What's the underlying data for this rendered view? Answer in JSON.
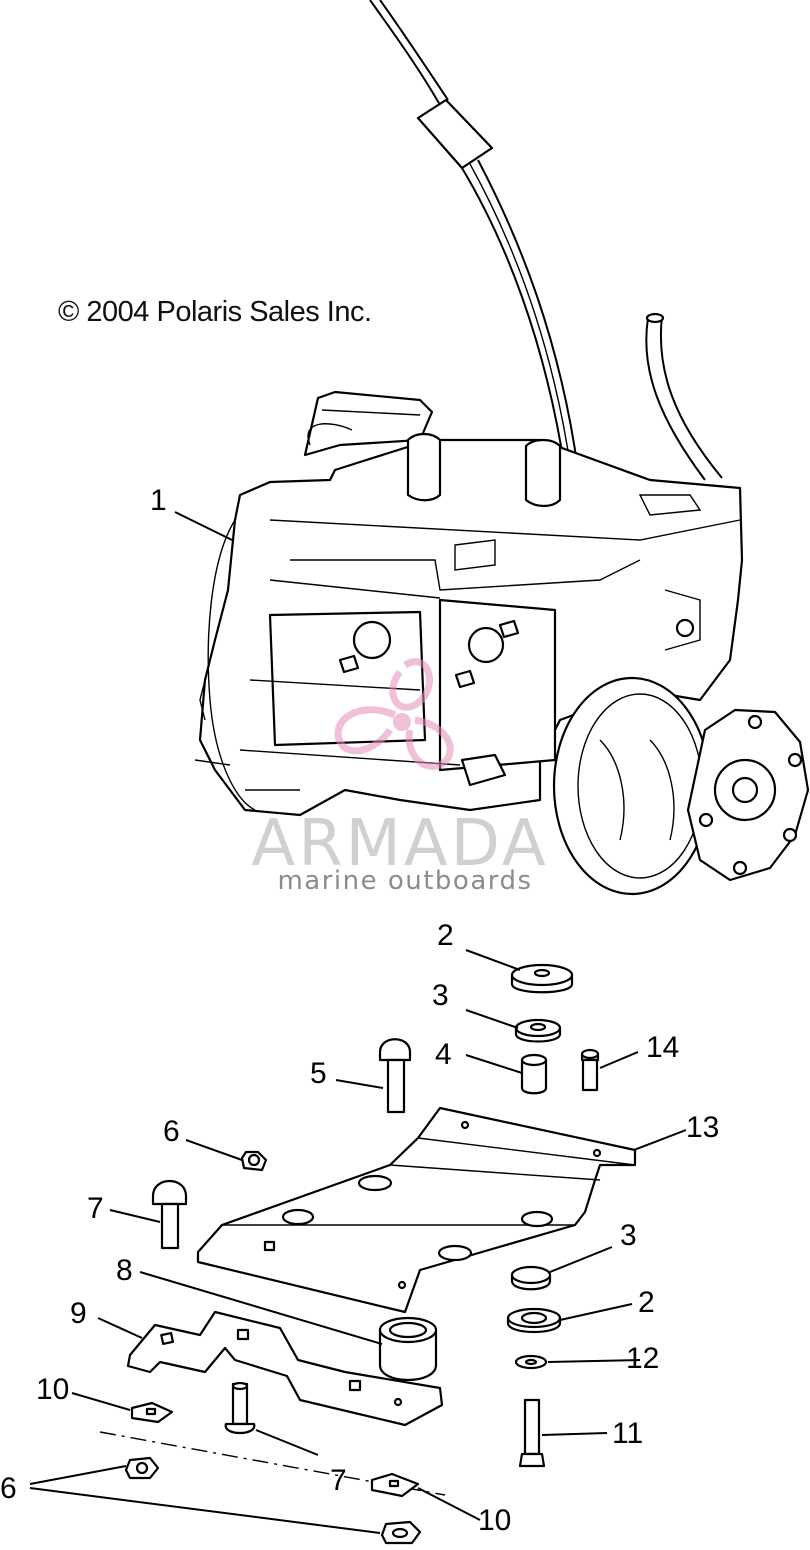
{
  "copyright": "© 2004 Polaris Sales Inc.",
  "watermark": {
    "brand": "ARMADA",
    "tagline": "marine outboards",
    "accent_color": "#e48bb9"
  },
  "callouts": [
    {
      "id": "1",
      "label": "1"
    },
    {
      "id": "2a",
      "label": "2"
    },
    {
      "id": "3a",
      "label": "3"
    },
    {
      "id": "4",
      "label": "4"
    },
    {
      "id": "5",
      "label": "5"
    },
    {
      "id": "14",
      "label": "14"
    },
    {
      "id": "6a",
      "label": "6"
    },
    {
      "id": "13",
      "label": "13"
    },
    {
      "id": "7a",
      "label": "7"
    },
    {
      "id": "3b",
      "label": "3"
    },
    {
      "id": "8",
      "label": "8"
    },
    {
      "id": "9",
      "label": "9"
    },
    {
      "id": "2b",
      "label": "2"
    },
    {
      "id": "12",
      "label": "12"
    },
    {
      "id": "10a",
      "label": "10"
    },
    {
      "id": "11",
      "label": "11"
    },
    {
      "id": "7b",
      "label": "7"
    },
    {
      "id": "6b",
      "label": "6"
    },
    {
      "id": "10b",
      "label": "10"
    }
  ]
}
